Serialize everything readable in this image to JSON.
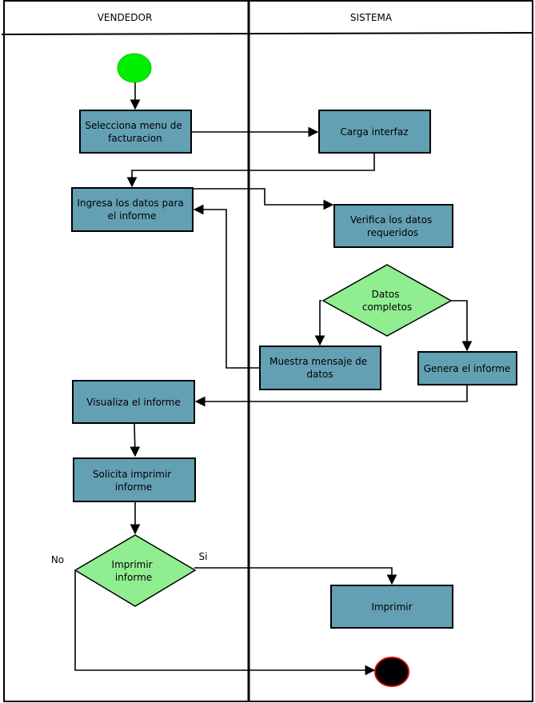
{
  "lanes": {
    "left": "VENDEDOR",
    "right": "SISTEMA"
  },
  "nodes": {
    "selecciona": [
      "Selecciona menu de",
      "facturacion"
    ],
    "carga": [
      "Carga interfaz"
    ],
    "ingresa": [
      "Ingresa los datos para",
      "el informe"
    ],
    "verifica": [
      "Verifica los datos",
      "requeridos"
    ],
    "datos_completos": [
      "Datos",
      "completos"
    ],
    "muestra": [
      "Muestra mensaje de",
      "datos"
    ],
    "genera": [
      "Genera el informe"
    ],
    "visualiza": [
      "Visualiza el informe"
    ],
    "solicita": [
      "Solicita imprimir",
      "informe"
    ],
    "imprimir_informe": [
      "Imprimir",
      "informe"
    ],
    "imprimir": [
      "Imprimir"
    ]
  },
  "edge_labels": {
    "no": "No",
    "si": "Si"
  },
  "colors": {
    "process": "#64a0b4",
    "decision": "#90ee90",
    "start": "#00ee00",
    "end": "#000000",
    "end_stroke": "#cc0000"
  }
}
